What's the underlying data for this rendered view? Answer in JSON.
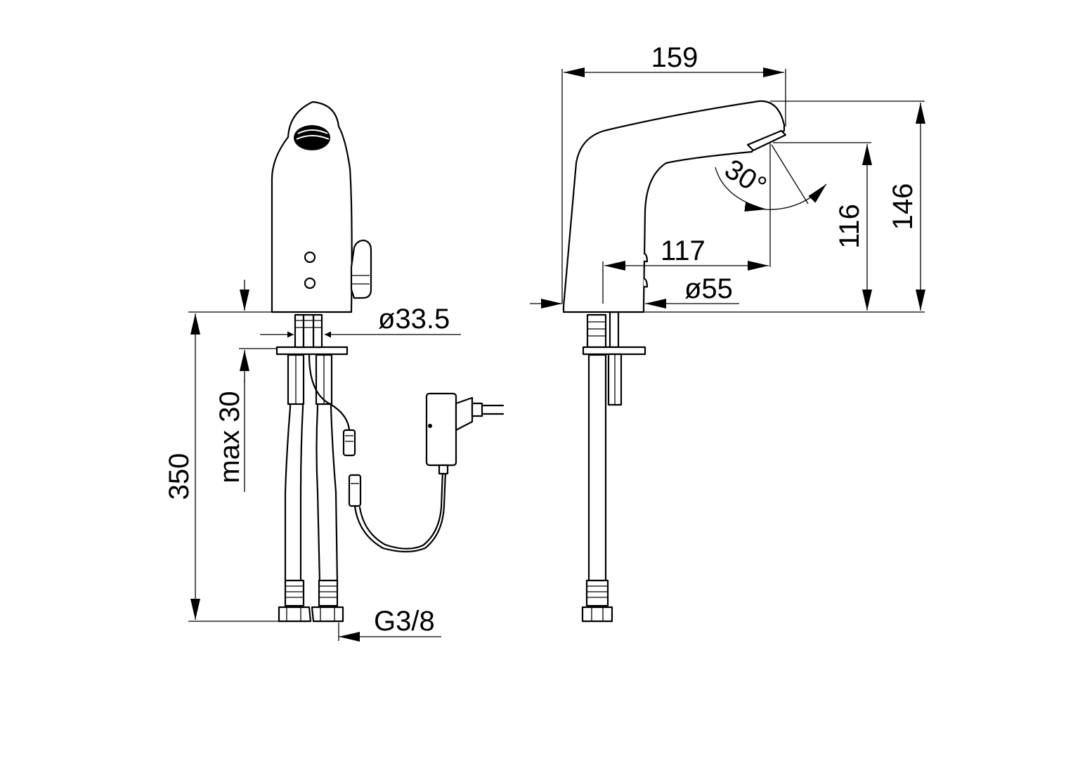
{
  "dimensions": {
    "width": "159",
    "height_total": "146",
    "height_outlet": "116",
    "reach": "117",
    "base_diameter": "ø55",
    "angle": "30°",
    "hole_diameter": "ø33.5",
    "max_thickness": "max 30",
    "hose_length": "350",
    "thread": "G3/8"
  }
}
